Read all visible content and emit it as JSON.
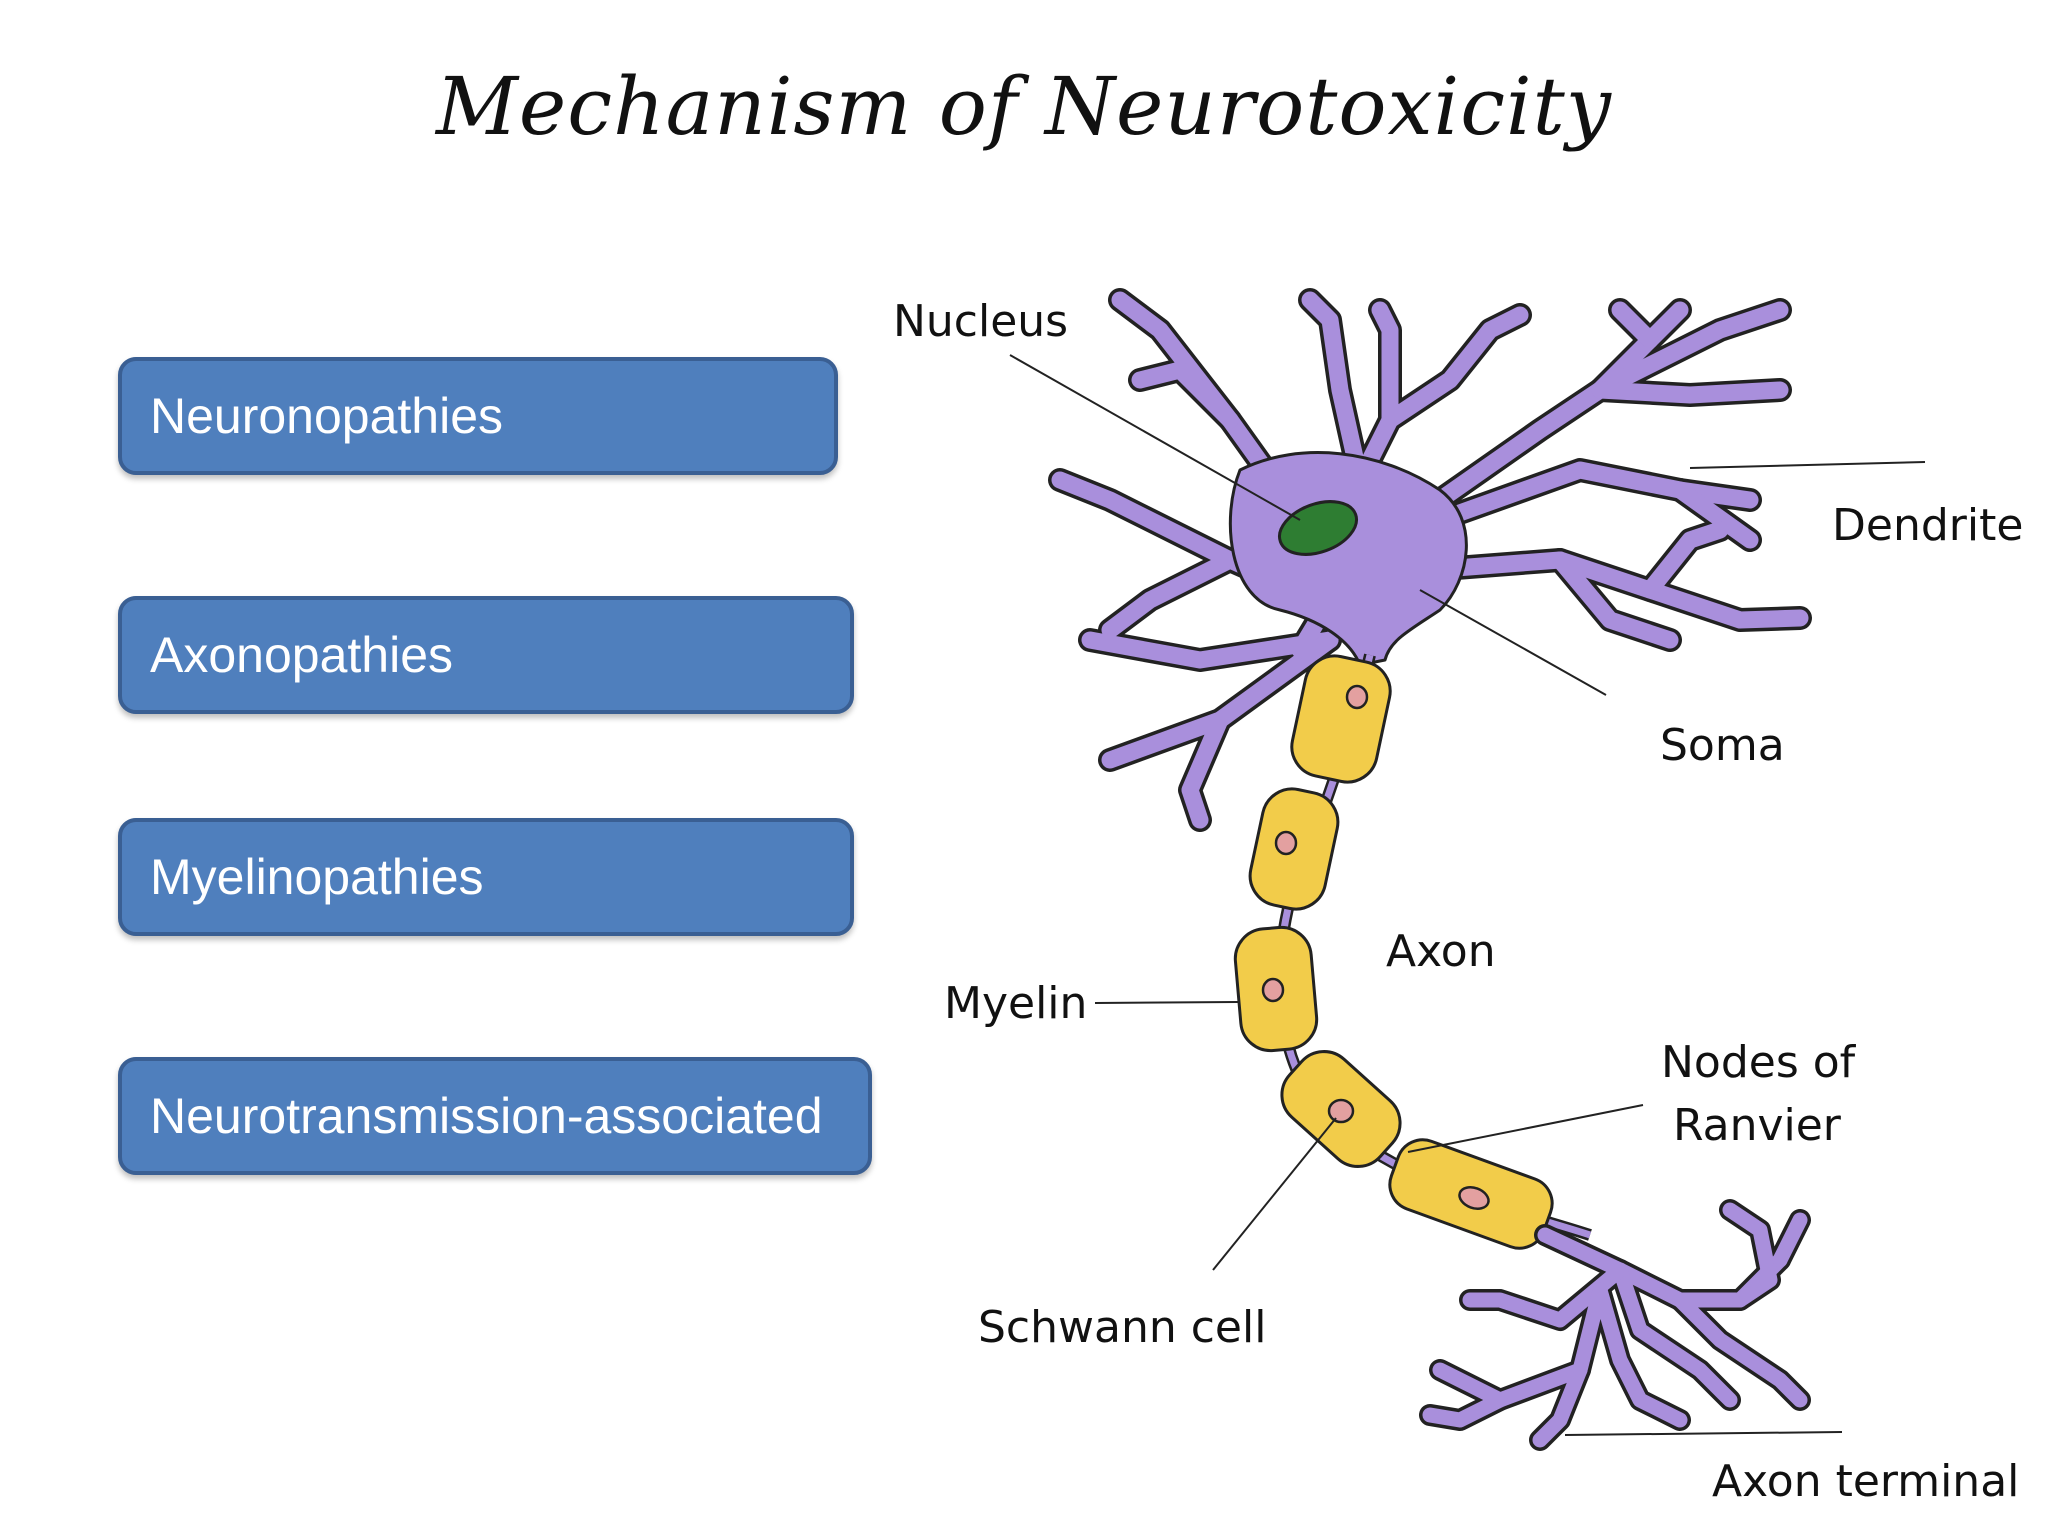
{
  "title": "Mechanism of Neurotoxicity",
  "categories": [
    {
      "label": "Neuronopathies"
    },
    {
      "label": "Axonopathies"
    },
    {
      "label": "Myelinopathies"
    },
    {
      "label": "Neurotransmission-associated"
    }
  ],
  "diagram": {
    "labels": {
      "nucleus": "Nucleus",
      "dendrite": "Dendrite",
      "soma": "Soma",
      "axon": "Axon",
      "myelin": "Myelin",
      "nodes_line1": "Nodes of",
      "nodes_line2": "Ranvier",
      "schwann_cell": "Schwann cell",
      "axon_terminal": "Axon terminal"
    },
    "colors": {
      "neuron": "#a98fdc",
      "neuron_outline": "#222222",
      "nucleus": "#2e7d32",
      "myelin": "#f2cc4a",
      "schwann_nucleus": "#e3a0a0",
      "box_fill": "#4f7fbd",
      "box_border": "#3a5f93"
    }
  }
}
